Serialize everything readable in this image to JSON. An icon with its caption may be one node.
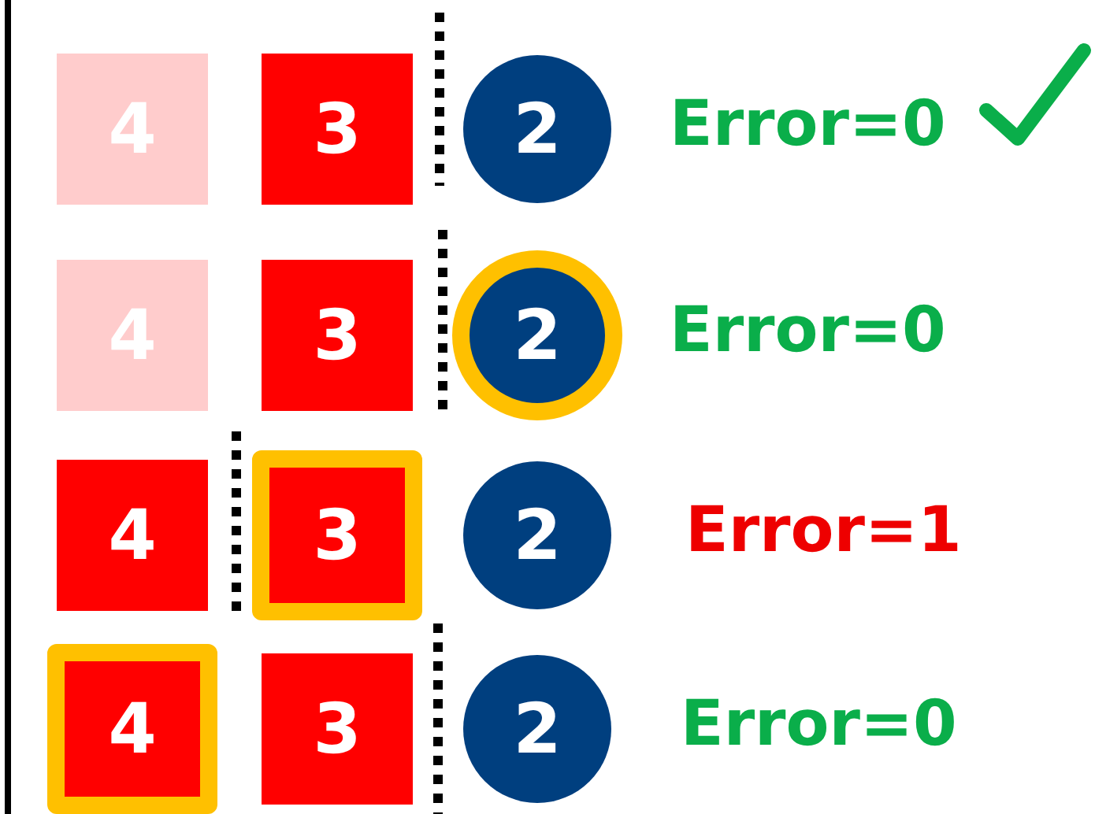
{
  "diagram": {
    "nodes": [
      {
        "text": [
          "4"
        ]
      },
      {
        "text": [
          "3"
        ]
      },
      {
        "text": [
          "2"
        ]
      },
      {
        "text": [
          "4"
        ]
      },
      {
        "text": [
          "3"
        ]
      },
      {
        "text": [
          "2"
        ]
      },
      {
        "text": [
          "4"
        ]
      },
      {
        "text": [
          "3"
        ]
      },
      {
        "text": [
          "2"
        ]
      },
      {
        "text": [
          "4"
        ]
      },
      {
        "text": [
          "3"
        ]
      },
      {
        "text": [
          "2"
        ]
      }
    ],
    "labels": [
      "Error=0",
      "Error=0",
      "Error=1",
      "Error=0"
    ]
  }
}
